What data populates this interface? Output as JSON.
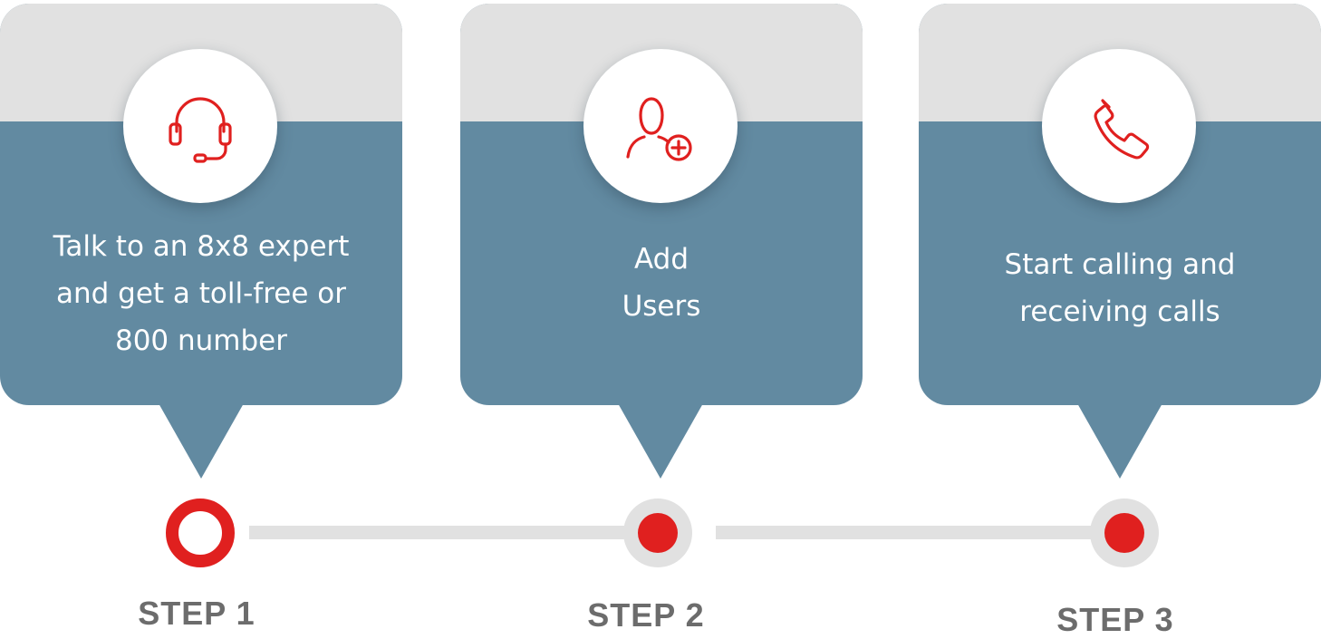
{
  "colors": {
    "card_blue": "#628aa1",
    "card_gray": "#e1e1e1",
    "accent_red": "#e0201f",
    "step_label_gray": "#6c6c6c"
  },
  "steps": [
    {
      "icon": "headset-icon",
      "text": "Talk to an 8x8 expert\nand get a toll-free or\n800 number",
      "label": "STEP 1",
      "state": "current"
    },
    {
      "icon": "add-user-icon",
      "text": "Add\nUsers",
      "label": "STEP 2",
      "state": "upcoming"
    },
    {
      "icon": "phone-icon",
      "text": "Start calling and\nreceiving calls",
      "label": "STEP 3",
      "state": "upcoming"
    }
  ]
}
